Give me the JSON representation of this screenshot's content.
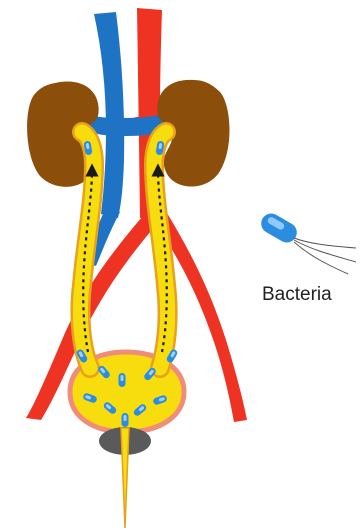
{
  "diagram": {
    "legend_label": "Bacteria",
    "colors": {
      "vein": "#1e73c4",
      "artery": "#ee3322",
      "kidney": "#8b4e0b",
      "ureter_fill": "#f7dc0e",
      "ureter_edge": "#e8a11c",
      "bladder_rim": "#f08c7a",
      "bacterium": "#2a8de0",
      "prostate": "#5a5a5a",
      "flow_arrow": "#1a1a1a"
    },
    "icons": [
      "kidney",
      "vein",
      "artery",
      "ureter",
      "bladder",
      "bacterium",
      "urethra",
      "flow-arrow"
    ]
  }
}
